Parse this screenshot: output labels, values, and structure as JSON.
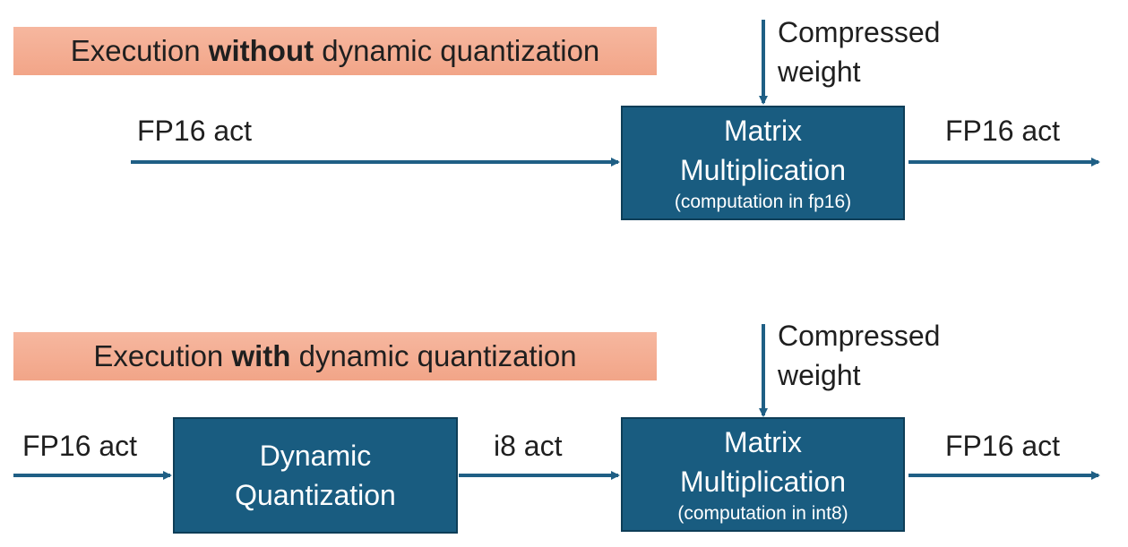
{
  "top": {
    "banner": {
      "prefix": "Execution ",
      "emphasis": "without",
      "suffix": " dynamic quantization"
    },
    "input_label": "FP16 act",
    "weight_label_line1": "Compressed",
    "weight_label_line2": "weight",
    "matmul": {
      "line1": "Matrix",
      "line2": "Multiplication",
      "note": "(computation in fp16)"
    },
    "output_label": "FP16 act"
  },
  "bottom": {
    "banner": {
      "prefix": "Execution ",
      "emphasis": "with",
      "suffix": " dynamic quantization"
    },
    "input_label": "FP16 act",
    "dq": {
      "line1": "Dynamic",
      "line2": "Quantization"
    },
    "mid_label": "i8 act",
    "weight_label_line1": "Compressed",
    "weight_label_line2": "weight",
    "matmul": {
      "line1": "Matrix",
      "line2": "Multiplication",
      "note": "(computation in int8)"
    },
    "output_label": "FP16 act"
  },
  "colors": {
    "box_fill": "#195c80",
    "arrow": "#1f5f85",
    "banner": "#f3ab8f"
  }
}
